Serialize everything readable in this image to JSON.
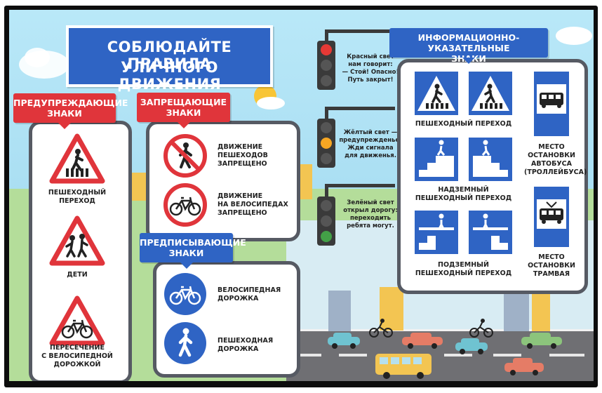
{
  "title": {
    "line1": "СОБЛЮДАЙТЕ ПРАВИЛА",
    "line2": "УЛИЧНОГО ДВИЖЕНИЯ"
  },
  "warning": {
    "heading": [
      "ПРЕДУПРЕЖДАЮЩИЕ",
      "ЗНАКИ"
    ],
    "signs": [
      {
        "label": [
          "ПЕШЕХОДНЫЙ",
          "ПЕРЕХОД"
        ],
        "icon": "pedestrian-crossing-triangle-icon"
      },
      {
        "label": [
          "ДЕТИ"
        ],
        "icon": "children-triangle-icon"
      },
      {
        "label": [
          "ПЕРЕСЕЧЕНИЕ",
          "С ВЕЛОСИПЕДНОЙ",
          "ДОРОЖКОЙ"
        ],
        "icon": "bicycle-triangle-icon"
      }
    ]
  },
  "prohibiting": {
    "heading": [
      "ЗАПРЕЩАЮЩИЕ",
      "ЗНАКИ"
    ],
    "signs": [
      {
        "label": [
          "ДВИЖЕНИЕ",
          "ПЕШЕХОДОВ",
          "ЗАПРЕЩЕНО"
        ],
        "icon": "no-pedestrians-icon"
      },
      {
        "label": [
          "ДВИЖЕНИЕ",
          "НА ВЕЛОСИПЕДАХ",
          "ЗАПРЕЩЕНО"
        ],
        "icon": "no-bicycles-icon"
      }
    ]
  },
  "mandatory": {
    "heading": [
      "ПРЕДПИСЫВАЮЩИЕ",
      "ЗНАКИ"
    ],
    "signs": [
      {
        "label": [
          "ВЕЛОСИПЕДНАЯ",
          "ДОРОЖКА"
        ],
        "icon": "bicycle-path-icon"
      },
      {
        "label": [
          "ПЕШЕХОДНАЯ",
          "ДОРОЖКА"
        ],
        "icon": "pedestrian-path-icon"
      }
    ]
  },
  "traffic_lights": [
    {
      "text": [
        "Красный свет",
        "нам говорит:",
        "— Стой! Опасно!",
        "Путь закрыт!"
      ],
      "active": "red",
      "color": "#e53935"
    },
    {
      "text": [
        "Жёлтый свет —",
        "предупрежденье:",
        "Жди сигнала",
        "для движенья."
      ],
      "active": "yellow",
      "color": "#f6a623"
    },
    {
      "text": [
        "Зелёный свет",
        "открыл дорогу:",
        "переходить",
        "ребята могут."
      ],
      "active": "green",
      "color": "#43a047"
    }
  ],
  "info": {
    "heading": [
      "ИНФОРМАЦИОННО-УКАЗАТЕЛЬНЫЕ",
      "ЗНАКИ"
    ],
    "crossing_label": [
      "ПЕШЕХОДНЫЙ ПЕРЕХОД"
    ],
    "overpass_label": [
      "НАДЗЕМНЫЙ",
      "ПЕШЕХОДНЫЙ ПЕРЕХОД"
    ],
    "underpass_label": [
      "ПОДЗЕМНЫЙ",
      "ПЕШЕХОДНЫЙ ПЕРЕХОД"
    ],
    "bus_label": [
      "МЕСТО",
      "ОСТАНОВКИ",
      "АВТОБУСА",
      "(ТРОЛЛЕЙБУСА)"
    ],
    "tram_label": [
      "МЕСТО",
      "ОСТАНОВКИ",
      "ТРАМВАЯ"
    ]
  },
  "colors": {
    "warning_red": "#e0353b",
    "sign_blue": "#2f64c4",
    "panel_border": "#565a63"
  }
}
